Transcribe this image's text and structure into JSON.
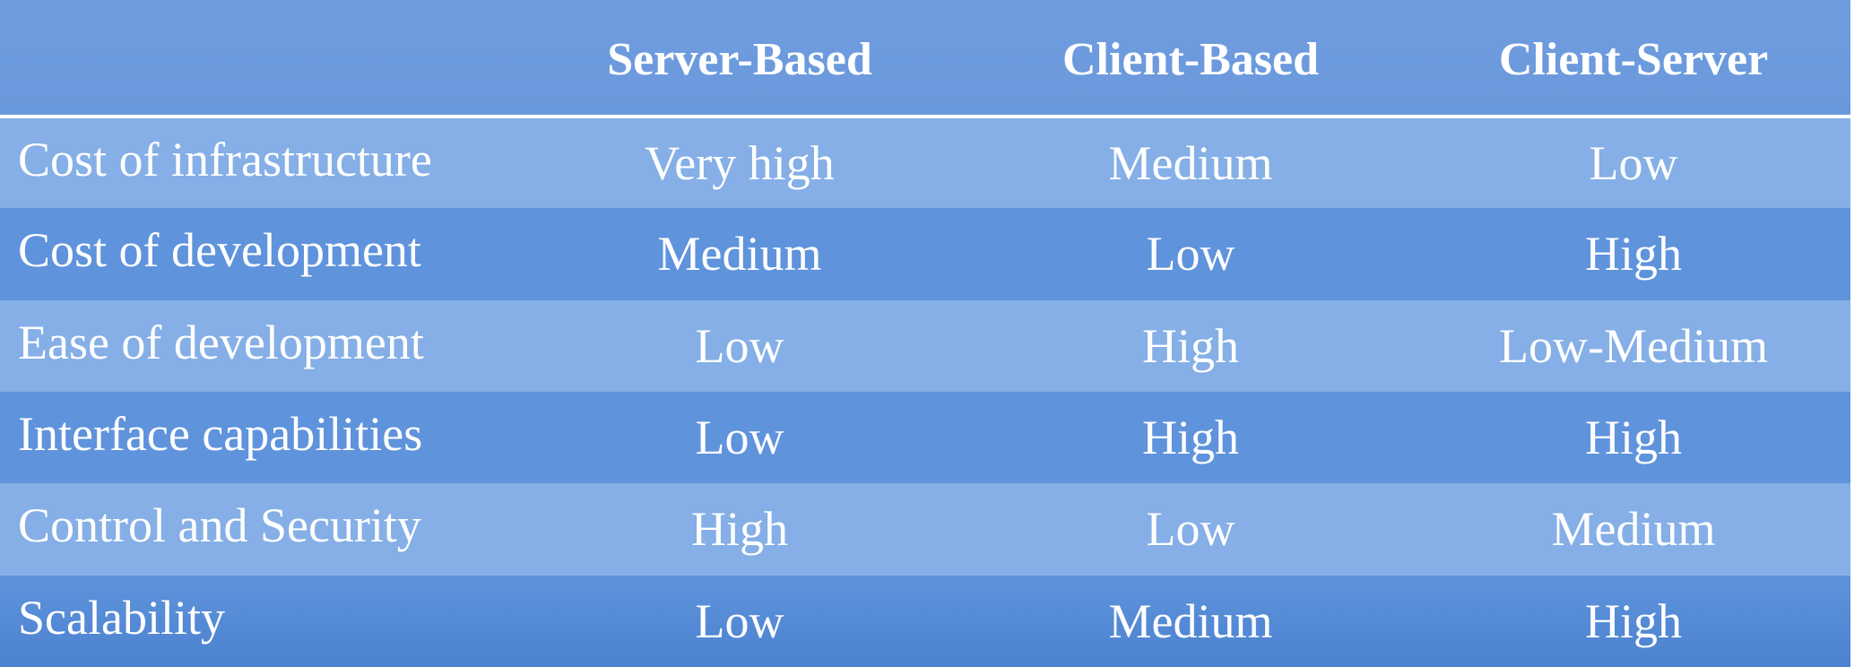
{
  "table": {
    "headers": [
      "",
      "Server-Based",
      "Client-Based",
      "Client-Server"
    ],
    "rows": [
      {
        "label": "Cost of infrastructure",
        "values": [
          "Very high",
          "Medium",
          "Low"
        ]
      },
      {
        "label": "Cost of development",
        "values": [
          "Medium",
          "Low",
          "High"
        ]
      },
      {
        "label": "Ease of development",
        "values": [
          "Low",
          "High",
          "Low-Medium"
        ]
      },
      {
        "label": "Interface capabilities",
        "values": [
          "Low",
          "High",
          "High"
        ]
      },
      {
        "label": "Control and Security",
        "values": [
          "High",
          "Low",
          "Medium"
        ]
      },
      {
        "label": "Scalability",
        "values": [
          "Low",
          "Medium",
          "High"
        ]
      }
    ]
  },
  "colors": {
    "header_bg": "#6f9ddf",
    "row_light": "#85afe6",
    "row_dark": "#5f93dc",
    "text": "#ffffff"
  }
}
